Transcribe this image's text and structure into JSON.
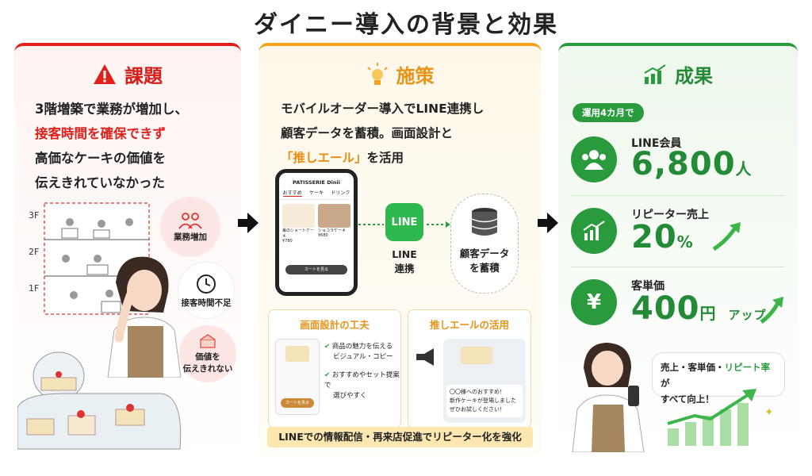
{
  "title": "ダイニー導入の背景と効果",
  "colors": {
    "issue": "#e0201b",
    "measure": "#f2a31b",
    "result": "#2a9b3c"
  },
  "issue": {
    "heading": "課題",
    "line1": "3階増築で業務が増加し、",
    "line2_red": "接客時間を確保できず",
    "line3": "高価なケーキの価値を",
    "line4": "伝えきれていなかった",
    "floors": [
      "3F",
      "2F",
      "1F"
    ],
    "bubbles": [
      {
        "icon": "people-icon",
        "label": "業務増加"
      },
      {
        "icon": "clock-icon",
        "label": "接客時間不足"
      },
      {
        "icon": "cake-icon",
        "label": "価値を\n伝えきれない"
      }
    ]
  },
  "measure": {
    "heading": "施策",
    "line1": "モバイルオーダー導入でLINE連携し",
    "line2": "顧客データを蓄積。画面設計と",
    "line3_orange": "「推しエール」",
    "line3_rest": "を活用",
    "phone": {
      "shop": "PATISSERIE Dinii",
      "tabs": [
        "おすすめ",
        "ケーキ",
        "ドリンク"
      ],
      "items": [
        {
          "name": "苺のショートケーキ",
          "price": "¥780"
        },
        {
          "name": "ショコラケーキ",
          "price": "¥680"
        }
      ],
      "cart": "カートを見る"
    },
    "line_badge": "LINE",
    "line_label1": "LINE",
    "line_label2": "連携",
    "db_label1": "顧客データ",
    "db_label2": "を蓄積",
    "box1": {
      "title": "画面設計の工夫",
      "check1a": "商品の魅力を伝える",
      "check1b": "ビジュアル・コピー",
      "check2a": "おすすめやセット提案で",
      "check2b": "選びやすく",
      "button": "カートを見る"
    },
    "box2": {
      "title": "推しエールの活用",
      "msg1": "〇〇様へのおすすめ！",
      "msg2": "新作ケーキが登場しました",
      "msg3": "ぜひお試しください！"
    },
    "bottom": "LINEでの情報配信・再来店促進でリピーター化を強化"
  },
  "result": {
    "heading": "成果",
    "period": "運用4カ月で",
    "metrics": [
      {
        "icon": "members-icon",
        "label": "LINE会員",
        "value": "6,800",
        "unit": "人",
        "suffix": ""
      },
      {
        "icon": "chart-icon",
        "label": "リピーター売上",
        "value": "20",
        "unit": "%",
        "suffix": ""
      },
      {
        "icon": "yen-icon",
        "label": "客単価",
        "value": "400",
        "unit": "円",
        "suffix": "アップ"
      }
    ],
    "bubble_pre": "売上・客単価・",
    "bubble_green": "リピート率",
    "bubble_post": "が",
    "bubble_line2": "すべて向上！"
  }
}
